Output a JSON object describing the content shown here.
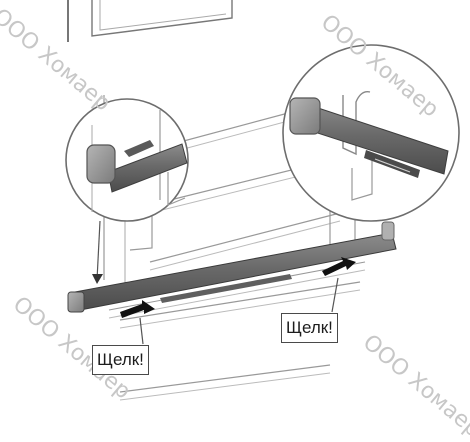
{
  "callouts": {
    "left_click": "Щелк!",
    "right_click": "Щелк!"
  },
  "watermarks": {
    "top_left": "ООО Хомаер",
    "top_right": "ООО Хомаер",
    "bottom_left": "ООО Хомаер",
    "bottom_right": "ООО Хомаер"
  }
}
